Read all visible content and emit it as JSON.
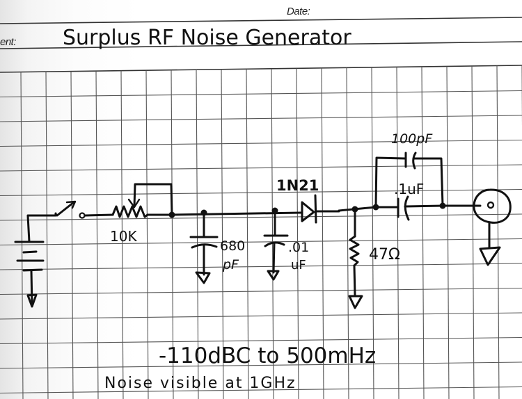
{
  "header": {
    "date_label": "Date:",
    "experiment_label": "ent:",
    "title": "Surplus RF Noise Generator"
  },
  "schematic": {
    "components": [
      {
        "id": "battery",
        "type": "battery",
        "label": ""
      },
      {
        "id": "switch",
        "type": "spst-switch",
        "label": ""
      },
      {
        "id": "pot",
        "type": "potentiometer",
        "label": "10K"
      },
      {
        "id": "c1",
        "type": "capacitor",
        "label_line1": "680",
        "label_line2": "pF"
      },
      {
        "id": "c2",
        "type": "capacitor",
        "label_line1": ".01",
        "label_line2": "uF"
      },
      {
        "id": "d1",
        "type": "diode",
        "label": "1N21"
      },
      {
        "id": "r1",
        "type": "resistor",
        "label": "47Ω"
      },
      {
        "id": "c3",
        "type": "capacitor",
        "label": ".1uF"
      },
      {
        "id": "c4",
        "type": "capacitor",
        "label": "100pF"
      },
      {
        "id": "j1",
        "type": "coax-connector",
        "label": ""
      }
    ]
  },
  "notes": {
    "line1": "-110dBC to 500mHz",
    "line2": "Noise visible at 1GHz"
  }
}
